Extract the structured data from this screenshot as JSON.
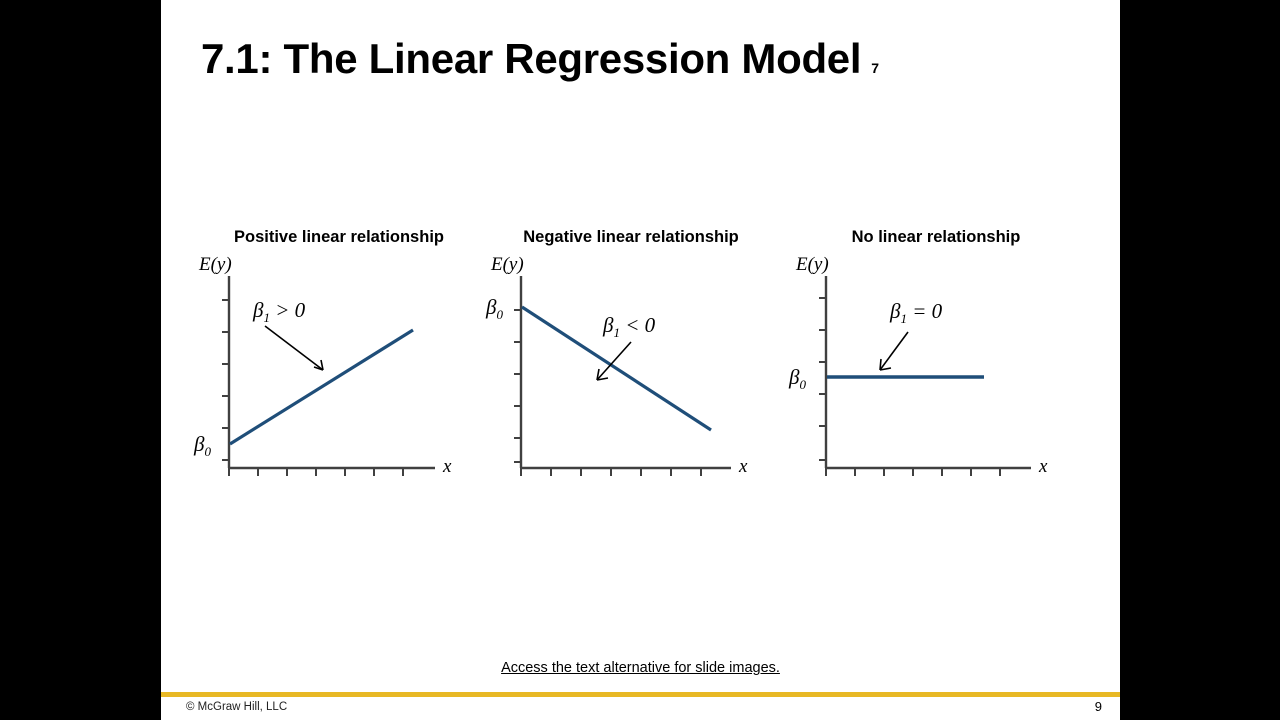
{
  "slide": {
    "title": "7.1: The Linear Regression Model",
    "title_superscript": "7",
    "alt_text_link": "Access the text alternative for slide images.",
    "copyright": "© McGraw Hill, LLC",
    "page_number": "9",
    "colors": {
      "line": "#1f4e79",
      "axis": "#404040",
      "gold_rule": "#e8b824",
      "background": "#ffffff",
      "letterbox": "#000000",
      "text": "#000000"
    }
  },
  "chart_data": [
    {
      "type": "line",
      "title": "Positive linear relationship",
      "xlabel": "x",
      "ylabel": "E(y)",
      "intercept_label": "β0",
      "annotation": "β1 > 0",
      "annotation_slope_symbol": ">",
      "slope_sign": "positive",
      "x": [
        0,
        10
      ],
      "y": [
        1.1,
        6.1
      ],
      "xlim": [
        0,
        11
      ],
      "ylim": [
        0,
        8
      ],
      "grid": false,
      "legend": "none"
    },
    {
      "type": "line",
      "title": "Negative linear relationship",
      "xlabel": "x",
      "ylabel": "E(y)",
      "intercept_label": "β0",
      "annotation": "β1 < 0",
      "annotation_slope_symbol": "<",
      "slope_sign": "negative",
      "x": [
        0,
        10
      ],
      "y": [
        6.4,
        1.4
      ],
      "xlim": [
        0,
        11
      ],
      "ylim": [
        0,
        8
      ],
      "grid": false,
      "legend": "none"
    },
    {
      "type": "line",
      "title": "No linear relationship",
      "xlabel": "x",
      "ylabel": "E(y)",
      "intercept_label": "β0",
      "annotation": "β1 = 0",
      "annotation_slope_symbol": "=",
      "slope_sign": "zero",
      "x": [
        0,
        10
      ],
      "y": [
        4.0,
        4.0
      ],
      "xlim": [
        0,
        11
      ],
      "ylim": [
        0,
        8
      ],
      "grid": false,
      "legend": "none"
    }
  ]
}
